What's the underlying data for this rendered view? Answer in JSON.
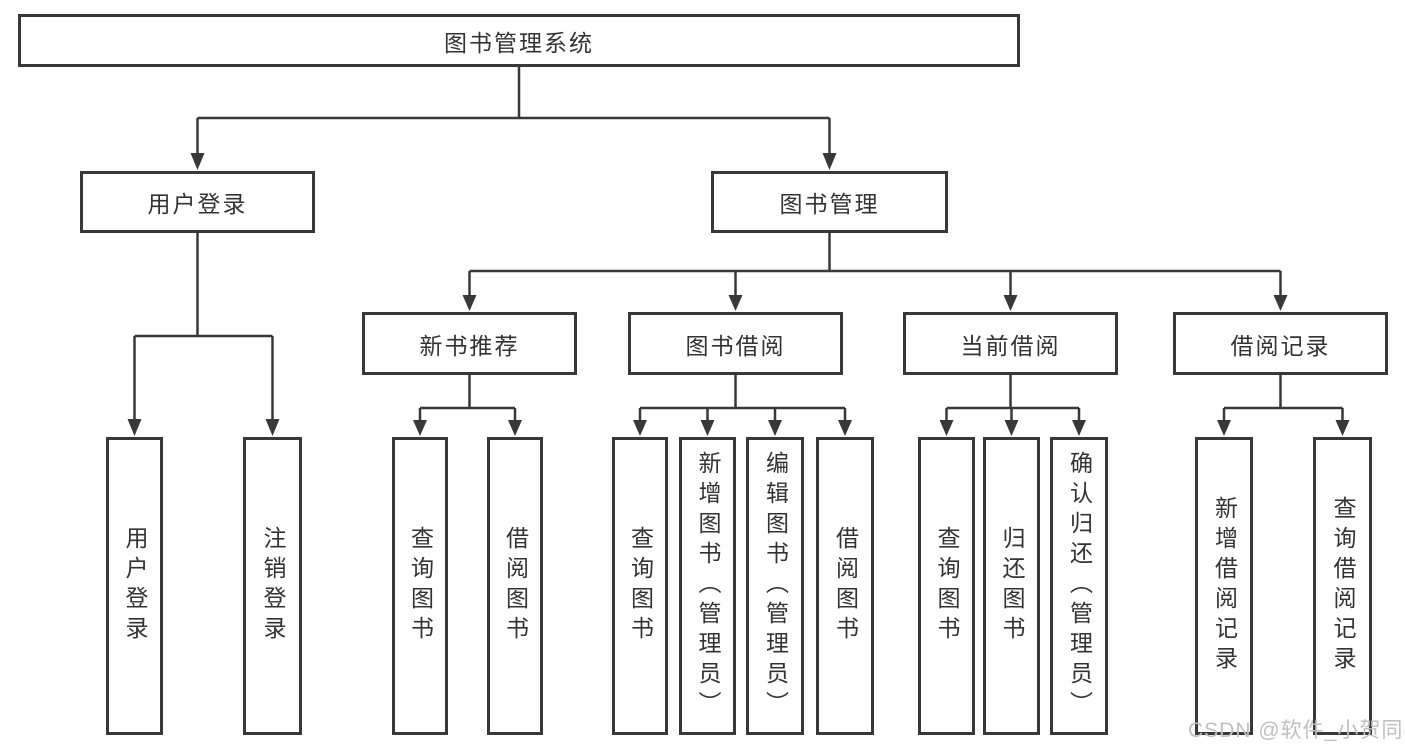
{
  "colors": {
    "line": "#383838",
    "text": "#333333",
    "background": "#ffffff",
    "watermark": "#c0c0c0"
  },
  "root": {
    "label": "图书管理系统"
  },
  "branches": {
    "user_login": {
      "label": "用户登录",
      "children": [
        {
          "label": "用户登录"
        },
        {
          "label": "注销登录"
        }
      ]
    },
    "book_mgmt": {
      "label": "图书管理",
      "sections": {
        "new_book_rec": {
          "label": "新书推荐",
          "children": [
            {
              "label": "查询图书"
            },
            {
              "label": "借阅图书"
            }
          ]
        },
        "book_borrow": {
          "label": "图书借阅",
          "children": [
            {
              "label": "查询图书"
            },
            {
              "label": "新增图书（管理员）"
            },
            {
              "label": "编辑图书（管理员）"
            },
            {
              "label": "借阅图书"
            }
          ]
        },
        "current_borrow": {
          "label": "当前借阅",
          "children": [
            {
              "label": "查询图书"
            },
            {
              "label": "归还图书"
            },
            {
              "label": "确认归还（管理员）"
            }
          ]
        },
        "borrow_records": {
          "label": "借阅记录",
          "children": [
            {
              "label": "新增借阅记录"
            },
            {
              "label": "查询借阅记录"
            }
          ]
        }
      }
    }
  },
  "watermark": {
    "text": "CSDN @软件_小贺同学"
  }
}
